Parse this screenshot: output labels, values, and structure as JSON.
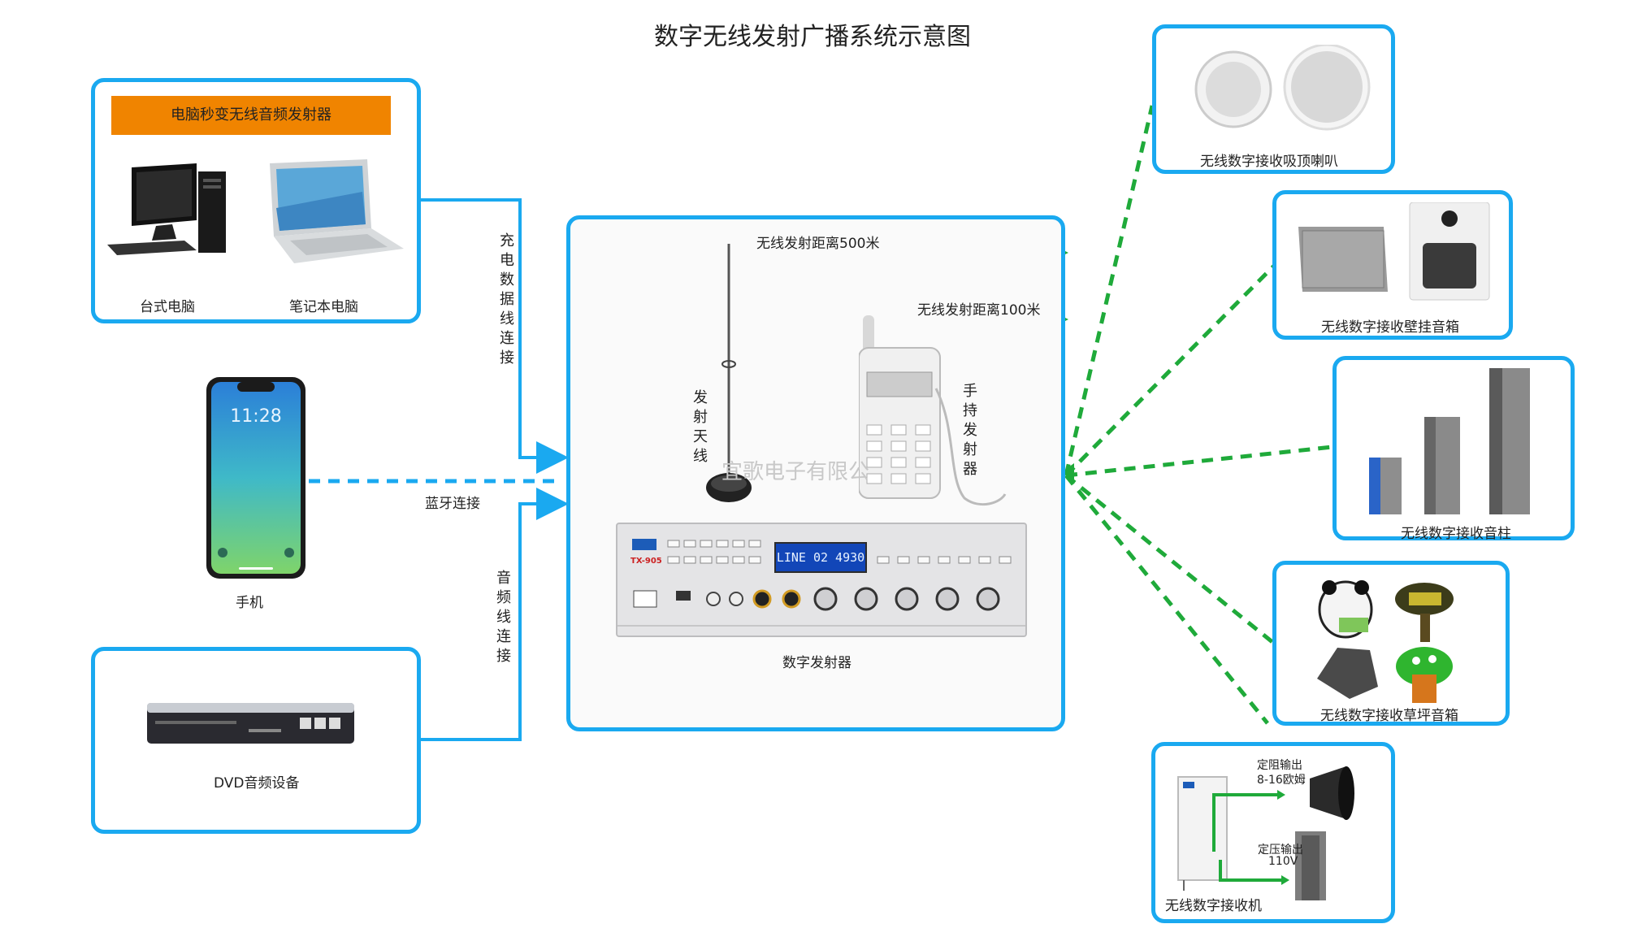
{
  "title": "数字无线发射广播系统示意图",
  "computer_box": {
    "banner": "电脑秒变无线音频发射器",
    "desktop_label": "台式电脑",
    "laptop_label": "笔记本电脑"
  },
  "phone": {
    "label": "手机",
    "time": "11:28"
  },
  "dvd": {
    "label": "DVD音频设备"
  },
  "connections": {
    "charge_data": "充电数据线连接",
    "bluetooth": "蓝牙连接",
    "audio_cable": "音频线连接"
  },
  "center": {
    "range_500": "无线发射距离500米",
    "range_100": "无线发射距离100米",
    "antenna_label": "发射天线",
    "handheld_label": "手持发射器",
    "device_label": "数字发射器",
    "display_text": "LINE 02 4930",
    "brand_model": "TX-905",
    "watermark": "宜歌电子有限公"
  },
  "receivers": {
    "ceiling": "无线数字接收吸顶喇叭",
    "wall": "无线数字接收壁挂音箱",
    "column": "无线数字接收音柱",
    "lawn": "无线数字接收草坪音箱",
    "receiver": "无线数字接收机",
    "out_resistance": "定阻输出",
    "out_resistance_value": "8-16欧姆",
    "out_voltage": "定压输出",
    "out_voltage_value": "110V"
  },
  "colors": {
    "box_border": "#1aa9f0",
    "banner": "#f08400",
    "wireless_dash": "#1faa3a",
    "bluetooth_dash": "#1aa9f0"
  }
}
